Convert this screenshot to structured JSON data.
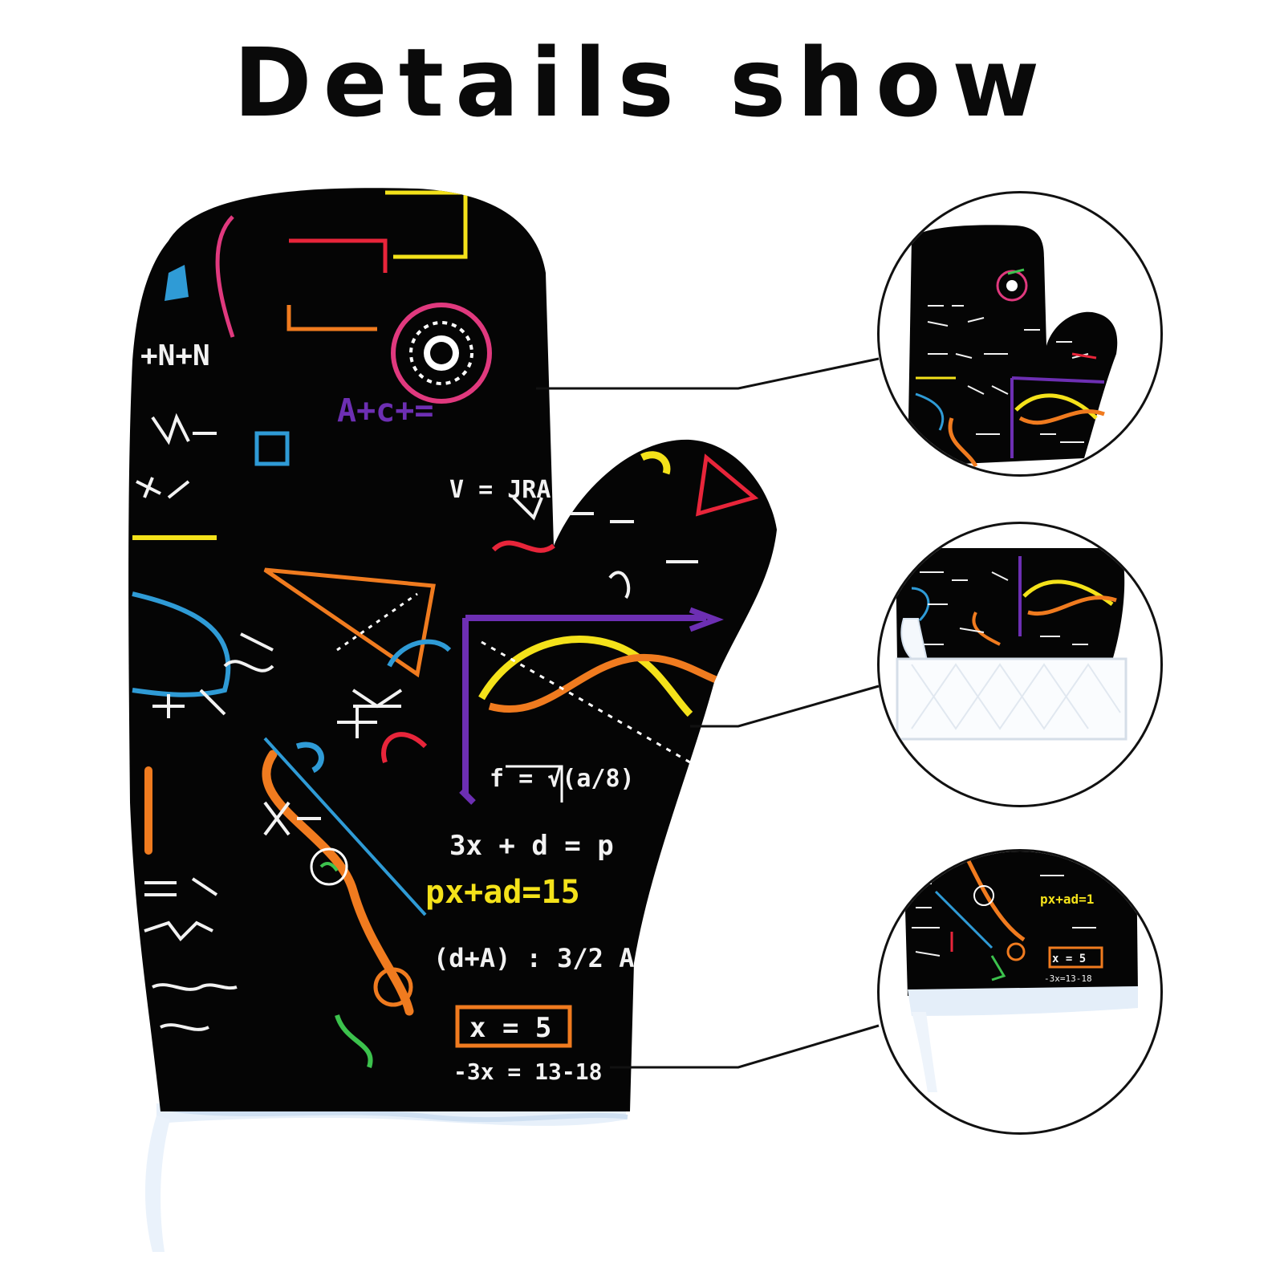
{
  "heading": "Details show",
  "product": {
    "pattern_colors": {
      "fabric": "#050505",
      "chalk_white": "#f2f2f2",
      "yellow": "#f4e21a",
      "orange": "#f07b1f",
      "red": "#e8253a",
      "magenta": "#e0397e",
      "purple": "#6d2fb3",
      "blue": "#2f9bd6",
      "green": "#3cc24d",
      "cuff": "#eef4fb"
    },
    "formula_texts": [
      "px+ad=15",
      "x = 5",
      "-3x = 13-18",
      "3x + d = p",
      "(d+A) : 3/2 A",
      "f = √(a/8)",
      "A+c+=",
      "V = JRA",
      "+N+N"
    ]
  },
  "callouts": [
    {
      "detail": "top-of-mitt"
    },
    {
      "detail": "hanging-loop-and-quilted-lining"
    },
    {
      "detail": "cuff-edge"
    }
  ]
}
